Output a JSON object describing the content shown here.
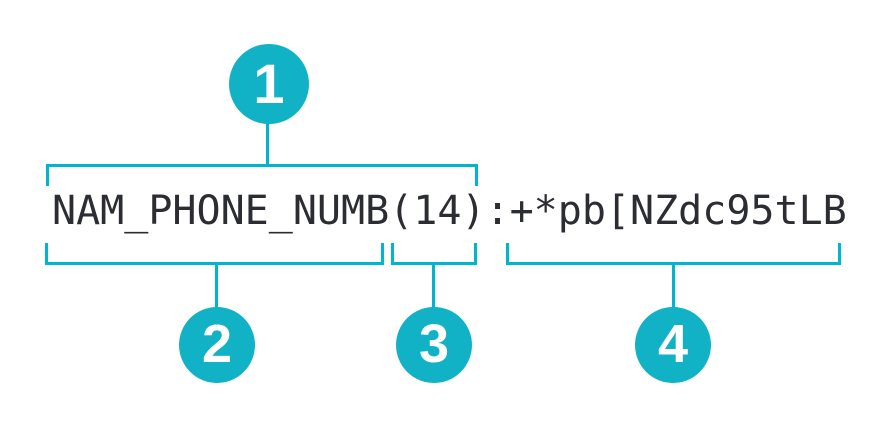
{
  "diagram": {
    "token_string": "NAM_PHONE_NUMB(14):+*pb[NZdc95tLB",
    "segments": {
      "name": "NAM_PHONE_NUMB",
      "length": "(14)",
      "separator": ":",
      "value": "+*pb[NZdc95tLB"
    },
    "callouts": [
      {
        "number": "1"
      },
      {
        "number": "2"
      },
      {
        "number": "3"
      },
      {
        "number": "4"
      }
    ],
    "colors": {
      "accent_line": "#00b5d0",
      "callout_fill": "#12b2c6",
      "text": "#2b2d33",
      "background": "#ffffff"
    }
  }
}
